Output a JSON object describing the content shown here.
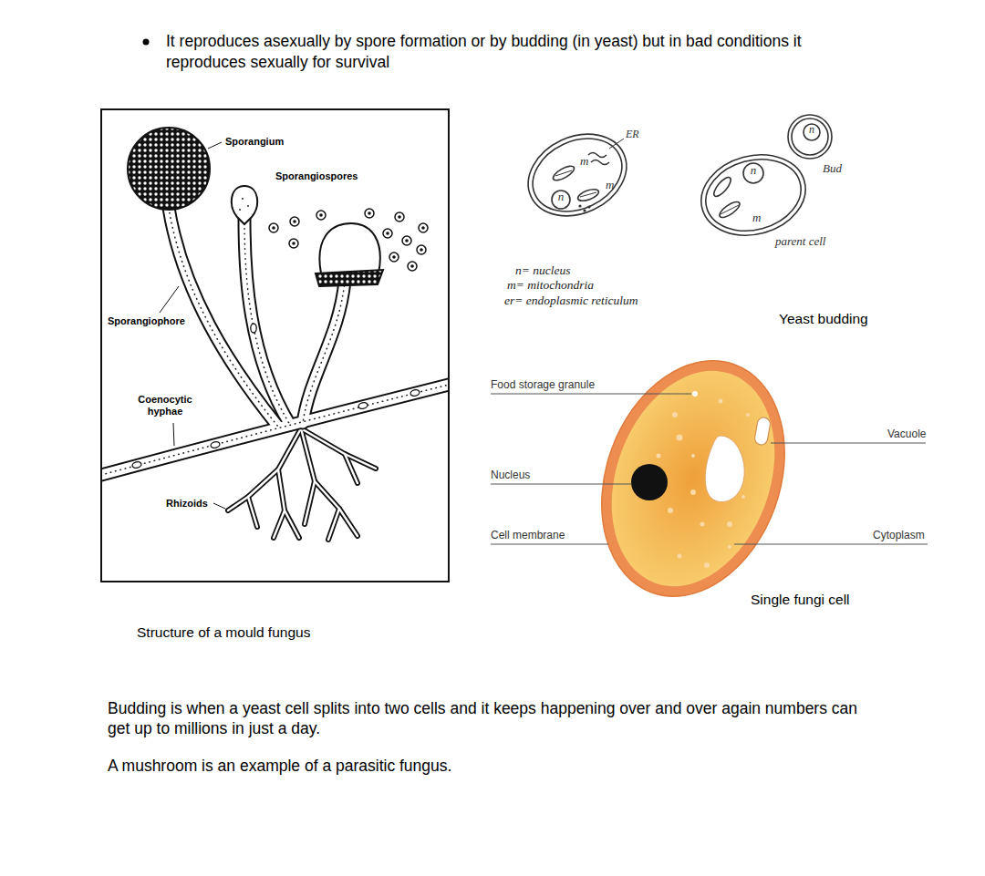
{
  "diagram": {
    "nodes": [
      {
        "text": [
          "Sporangium",
          "Sporangiospores",
          "Sporangiophore",
          "Coenocytic hyphae",
          "Rhizoids"
        ]
      }
    ],
    "labels": [
      "It reproduces asexually by spore formation or by budding (in yeast) but in bad conditions it reproduces sexually for survival",
      "Structure of a mould fungus",
      "ER",
      "m",
      "m",
      "n",
      "n",
      "n",
      "Bud",
      "m",
      "parent cell",
      "n= nucleus",
      "m= mitochondria",
      "er= endoplasmic reticulum",
      "Yeast budding",
      "Food storage granule",
      "Nucleus",
      "Cell membrane",
      "Vacuole",
      "Cytoplasm",
      "Single fungi cell",
      "Budding is when a yeast cell splits into two cells and it keeps happening over and over again numbers can get up to millions in just a day.",
      "A mushroom is an example of a parasitic fungus."
    ]
  }
}
